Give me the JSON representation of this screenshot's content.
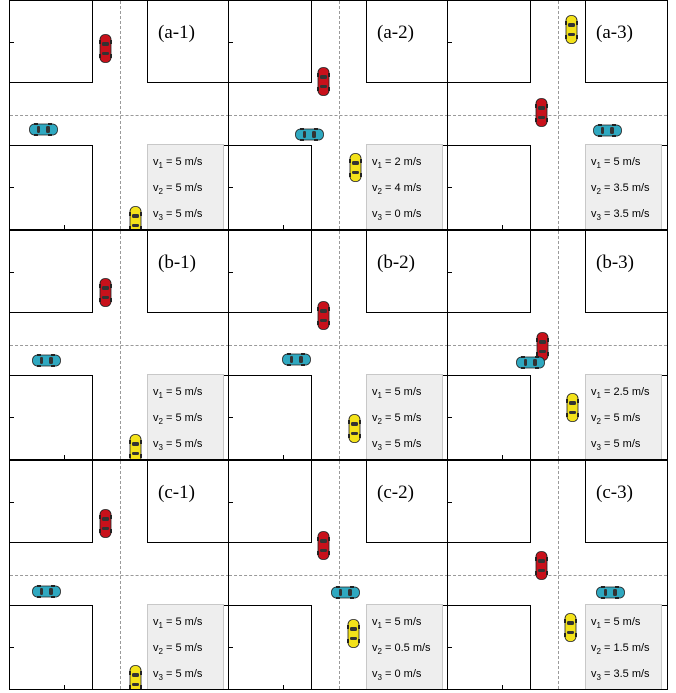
{
  "panels": [
    {
      "label": "(a-1)",
      "speeds": [
        {
          "name": "v",
          "idx": "1",
          "value": "= 5 m/s"
        },
        {
          "name": "v",
          "idx": "2",
          "value": "= 5 m/s"
        },
        {
          "name": "v",
          "idx": "3",
          "value": "= 5 m/s"
        }
      ]
    },
    {
      "label": "(a-2)",
      "speeds": [
        {
          "name": "v",
          "idx": "1",
          "value": "= 2 m/s"
        },
        {
          "name": "v",
          "idx": "2",
          "value": "= 4 m/s"
        },
        {
          "name": "v",
          "idx": "3",
          "value": "= 0 m/s"
        }
      ]
    },
    {
      "label": "(a-3)",
      "speeds": [
        {
          "name": "v",
          "idx": "1",
          "value": "= 5 m/s"
        },
        {
          "name": "v",
          "idx": "2",
          "value": "= 3.5 m/s"
        },
        {
          "name": "v",
          "idx": "3",
          "value": "= 3.5 m/s"
        }
      ]
    },
    {
      "label": "(b-1)",
      "speeds": [
        {
          "name": "v",
          "idx": "1",
          "value": "= 5 m/s"
        },
        {
          "name": "v",
          "idx": "2",
          "value": "= 5 m/s"
        },
        {
          "name": "v",
          "idx": "3",
          "value": "= 5 m/s"
        }
      ]
    },
    {
      "label": "(b-2)",
      "speeds": [
        {
          "name": "v",
          "idx": "1",
          "value": "= 5 m/s"
        },
        {
          "name": "v",
          "idx": "2",
          "value": "= 5 m/s"
        },
        {
          "name": "v",
          "idx": "3",
          "value": "= 5 m/s"
        }
      ]
    },
    {
      "label": "(b-3)",
      "speeds": [
        {
          "name": "v",
          "idx": "1",
          "value": "= 2.5 m/s"
        },
        {
          "name": "v",
          "idx": "2",
          "value": "= 5 m/s"
        },
        {
          "name": "v",
          "idx": "3",
          "value": "= 5 m/s"
        }
      ]
    },
    {
      "label": "(c-1)",
      "speeds": [
        {
          "name": "v",
          "idx": "1",
          "value": "= 5 m/s"
        },
        {
          "name": "v",
          "idx": "2",
          "value": "= 5 m/s"
        },
        {
          "name": "v",
          "idx": "3",
          "value": "= 5 m/s"
        }
      ]
    },
    {
      "label": "(c-2)",
      "speeds": [
        {
          "name": "v",
          "idx": "1",
          "value": "= 5 m/s"
        },
        {
          "name": "v",
          "idx": "2",
          "value": "= 0.5 m/s"
        },
        {
          "name": "v",
          "idx": "3",
          "value": "= 0 m/s"
        }
      ]
    },
    {
      "label": "(c-3)",
      "speeds": [
        {
          "name": "v",
          "idx": "1",
          "value": "= 5 m/s"
        },
        {
          "name": "v",
          "idx": "2",
          "value": "= 1.5 m/s"
        },
        {
          "name": "v",
          "idx": "3",
          "value": "= 3.5 m/s"
        }
      ]
    }
  ],
  "car_colors": {
    "red": "#c8111b",
    "cyan": "#2fa8c0",
    "yellow": "#f3e21a"
  }
}
